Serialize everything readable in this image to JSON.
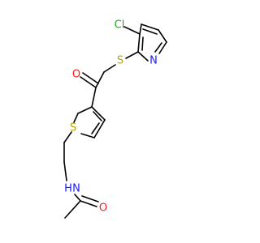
{
  "molecule": {
    "atoms": {
      "cl": {
        "label": "Cl",
        "color": "#1fa31f"
      },
      "s_thioether": {
        "label": "S",
        "color": "#b8a300"
      },
      "n_pyridine": {
        "label": "N",
        "color": "#1a1aff"
      },
      "o_ketone": {
        "label": "O",
        "color": "#ff1a1a"
      },
      "s_thiophene": {
        "label": "S",
        "color": "#b8a300"
      },
      "n_amide": {
        "label": "N",
        "color": "#1a1aff"
      },
      "h_amide": {
        "label": "H",
        "color": "#1a1aff"
      },
      "o_amide": {
        "label": "O",
        "color": "#ff1a1a"
      }
    }
  }
}
